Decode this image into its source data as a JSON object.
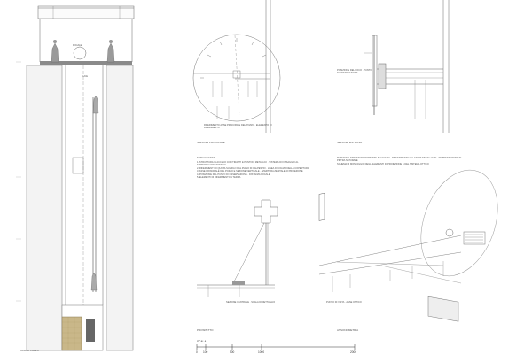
{
  "section_title": "",
  "labels": {
    "view_top_left": "SEZIONE PRINCIPALE",
    "view_top_right": "SEZIONE ESTRUSA",
    "view_bottom_left": "PROSPETTO",
    "view_bottom_right": "ASSONOMETRIA",
    "detail_caption_left": "RIFERIMENTO ASSE PRINCIPALE DEL POZZO · ELEMENTO DI RIFERIMENTO",
    "detail_caption_right": "POSIZIONE DEL FOCO · PUNTO DI OSSERVAZIONE",
    "drawing_label_small_1": "FOCALE",
    "drawing_label_small_2": "LUCE",
    "elevation_caption": "SEZIONE CENTRALE · SCALA DI DETTAGLIO",
    "axo_caption": "PUNTO DI VISTA · ASSE OTTICO",
    "section_side_label": "CAMPO VISIVO",
    "notes_title": "NOTE/LEGENDA"
  },
  "notes_left": [
    "1. STRUTTURA IN ACCIAIO CON TIRANTI E PUNTONI METALLICI · SISTEMA DI FISSAGGIO AL SUPPORTO ORIZZONTALE",
    "2. RIFERIMENTI DI QUOTA SUL FILO DEL PIANO DI CALPESTIO · LINEA DI COLMO DELLA COPERTURA",
    "3. ASSE PRINCIPALE DEL POZZO E SEZIONE VERTICALE · APERTURA ZENITALE DI PROIEZIONE",
    "4. POSIZIONE DEL PUNTO DI OSSERVAZIONE · DISTANZA FOCALE",
    "5. ELEMENTI DI RIFERIMENTO A TERRA"
  ],
  "notes_right": [
    "MATERIALI: STRUTTURA PORTANTE IN ACCIAIO · RIVESTIMENTO IN LASTRE METALLICHE · PAVIMENTAZIONE IN PIETRA NATURALE",
    "SCHEMA DI MONTAGGIO DEGLI ELEMENTI DI PROIEZIONE E DEL SISTEMA OTTICO"
  ],
  "scale_bar": {
    "label": "SCALA",
    "ticks": [
      "0",
      "100",
      "500",
      "1000",
      "2000"
    ]
  }
}
